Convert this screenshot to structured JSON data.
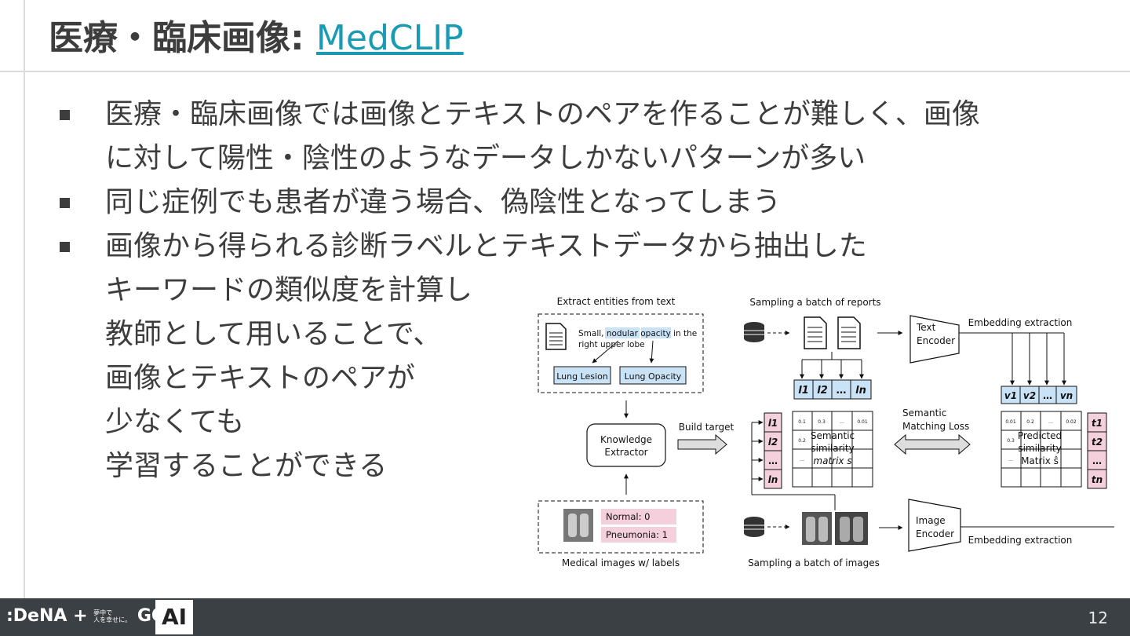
{
  "slide": {
    "title_prefix": "医療・臨床画像: ",
    "title_link": "MedCLIP",
    "bullets": [
      [
        "医療・臨床画像では画像とテキストのペアを作ることが難しく、画像",
        "に対して陽性・陰性のようなデータしかないパターンが多い"
      ],
      [
        "同じ症例でも患者が違う場合、偽陰性となってしまう"
      ],
      [
        "画像から得られる診断ラベルとテキストデータから抽出した",
        "キーワードの類似度を計算し",
        "教師として用いることで、",
        "画像とテキストのペアが",
        "少なくても",
        "学習することができる"
      ]
    ],
    "page_number": "12"
  },
  "figure": {
    "extract_title": "Extract entities from text",
    "report_text_1": "Small, nodular opacity in the",
    "report_text_2": "right upper lobe",
    "tag_lesion": "Lung Lesion",
    "tag_opacity": "Lung Opacity",
    "knowledge_extractor_1": "Knowledge",
    "knowledge_extractor_2": "Extractor",
    "build_target": "Build target",
    "label_normal": "Normal: 0",
    "label_pneumonia": "Pneumonia: 1",
    "medical_images_caption": "Medical images w/ labels",
    "sampling_reports": "Sampling a batch of reports",
    "sampling_images": "Sampling a batch of images",
    "text_encoder_1": "Text",
    "text_encoder_2": "Encoder",
    "image_encoder_1": "Image",
    "image_encoder_2": "Encoder",
    "embedding_top": "Embedding extraction",
    "embedding_bottom": "Embedding extraction",
    "semantic_loss_1": "Semantic",
    "semantic_loss_2": "Matching Loss",
    "sem_matrix_1": "Semantic",
    "sem_matrix_2": "similarity",
    "sem_matrix_3": "matrix s",
    "pred_matrix_1": "Predicted",
    "pred_matrix_2": "similarity",
    "pred_matrix_3": "Matrix ŝ",
    "l_labels": [
      "l1",
      "l2",
      "…",
      "ln"
    ],
    "v_labels": [
      "v1",
      "v2",
      "…",
      "vn"
    ],
    "t_labels": [
      "t1",
      "t2",
      "…",
      "tn"
    ],
    "sem_cells": [
      "0.1",
      "0.3",
      "…",
      "0.01",
      "0.2",
      "…"
    ],
    "pred_cells": [
      "0.01",
      "0.2",
      "…",
      "0.02",
      "0.3",
      "…"
    ]
  },
  "footer": {
    "logo_text": ":DeNA + ",
    "logo_small_1": "夢中で",
    "logo_small_2": "人を幸せに。",
    "logo_go": "GO",
    "ai_badge": "AI"
  },
  "colors": {
    "accent": "#1a9bb3",
    "footer_bg": "#3b4045",
    "pink": "#f4d0dc",
    "blue": "#c9e2f6"
  }
}
